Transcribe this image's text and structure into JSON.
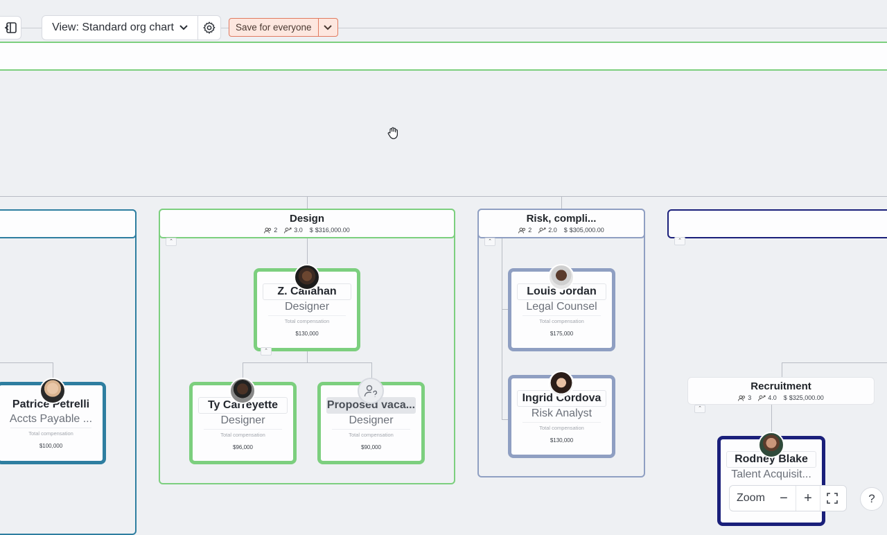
{
  "toolbar": {
    "view_label": "View: Standard org chart",
    "save_label": "Save for everyone"
  },
  "groups": {
    "design": {
      "title": "Design",
      "people": "2",
      "span": "3.0",
      "comp": "$316,000.00",
      "color": "#7ccf7e"
    },
    "risk": {
      "title": "Risk, compli...",
      "people": "2",
      "span": "2.0",
      "comp": "$305,000.00",
      "color": "#8f9fc2"
    },
    "recruitment": {
      "title": "Recruitment",
      "people": "3",
      "span": "4.0",
      "comp": "$325,000.00"
    }
  },
  "cards": {
    "patrice": {
      "name": "Patrice Petrelli",
      "role": "Accts Payable ...",
      "comp_label": "Total compensation",
      "comp": "$100,000"
    },
    "callahan": {
      "name": "Z. Callahan",
      "role": "Designer",
      "comp_label": "Total compensation",
      "comp": "$130,000"
    },
    "ty": {
      "name": "Ty Carreyette",
      "role": "Designer",
      "comp_label": "Total compensation",
      "comp": "$96,000"
    },
    "proposed": {
      "name": "Proposed vaca...",
      "role": "Designer",
      "comp_label": "Total compensation",
      "comp": "$90,000"
    },
    "louis": {
      "name": "Louis Jordan",
      "role": "Legal Counsel",
      "comp_label": "Total compensation",
      "comp": "$175,000"
    },
    "ingrid": {
      "name": "Ingrid Cordova",
      "role": "Risk Analyst",
      "comp_label": "Total compensation",
      "comp": "$130,000"
    },
    "rodney": {
      "name": "Rodney Blake",
      "role": "Talent Acquisit..."
    }
  },
  "zoom": {
    "label": "Zoom",
    "minus": "−",
    "plus": "+"
  },
  "help_label": "?",
  "icons": [
    "sidebar-toggle-icon",
    "chevron-down-icon",
    "gear-icon",
    "people-icon",
    "span-icon",
    "dollar-icon",
    "hand-cursor-icon",
    "vacancy-person-icon",
    "fullscreen-icon"
  ]
}
